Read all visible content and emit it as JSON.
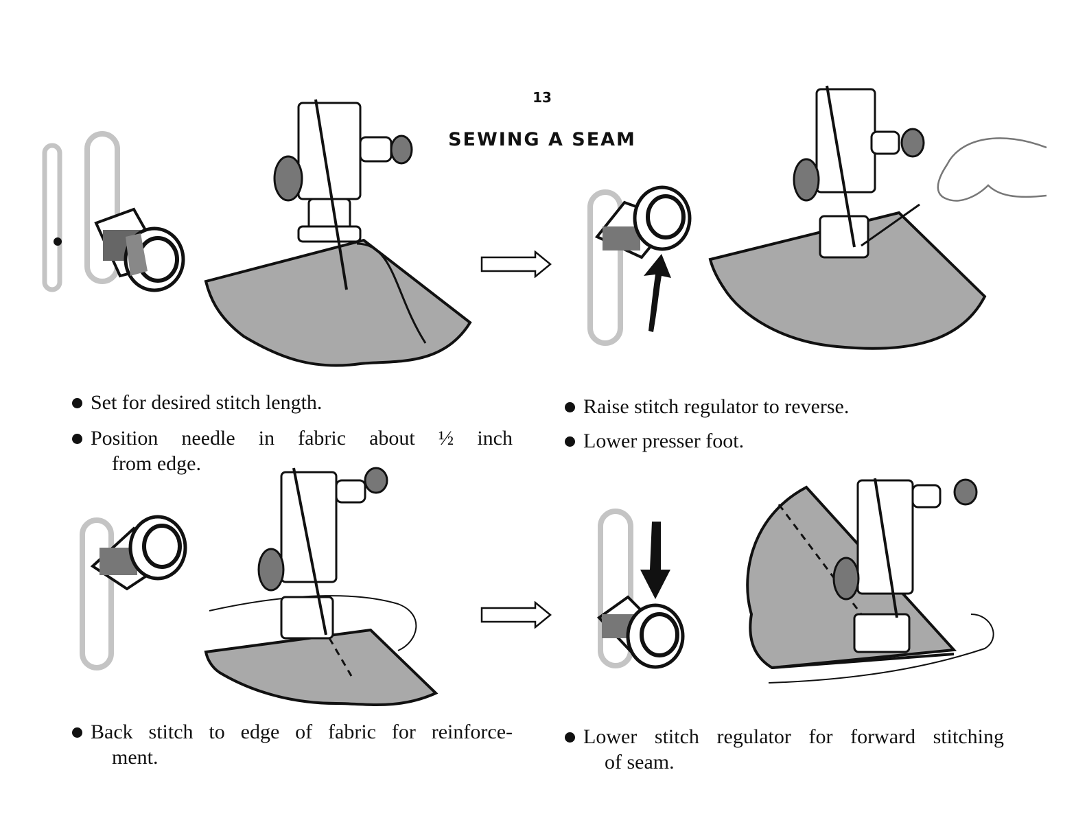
{
  "page": {
    "number": "13",
    "title": "SEWING A SEAM"
  },
  "steps": [
    {
      "lines": [
        "Set for desired stitch length."
      ]
    },
    {
      "line1": "Position needle in fabric about ½ inch",
      "line2": "from edge."
    },
    {
      "lines": [
        "Raise stitch regulator to reverse."
      ]
    },
    {
      "lines": [
        "Lower presser foot."
      ]
    },
    {
      "line1": "Back stitch to edge of fabric for reinforce-",
      "line2": "ment."
    },
    {
      "line1": "Lower stitch regulator for forward stitching",
      "line2": "of seam."
    }
  ],
  "colors": {
    "fabric": "#a9a9a9",
    "slot": "#c4c4c4",
    "ink": "#111111"
  }
}
